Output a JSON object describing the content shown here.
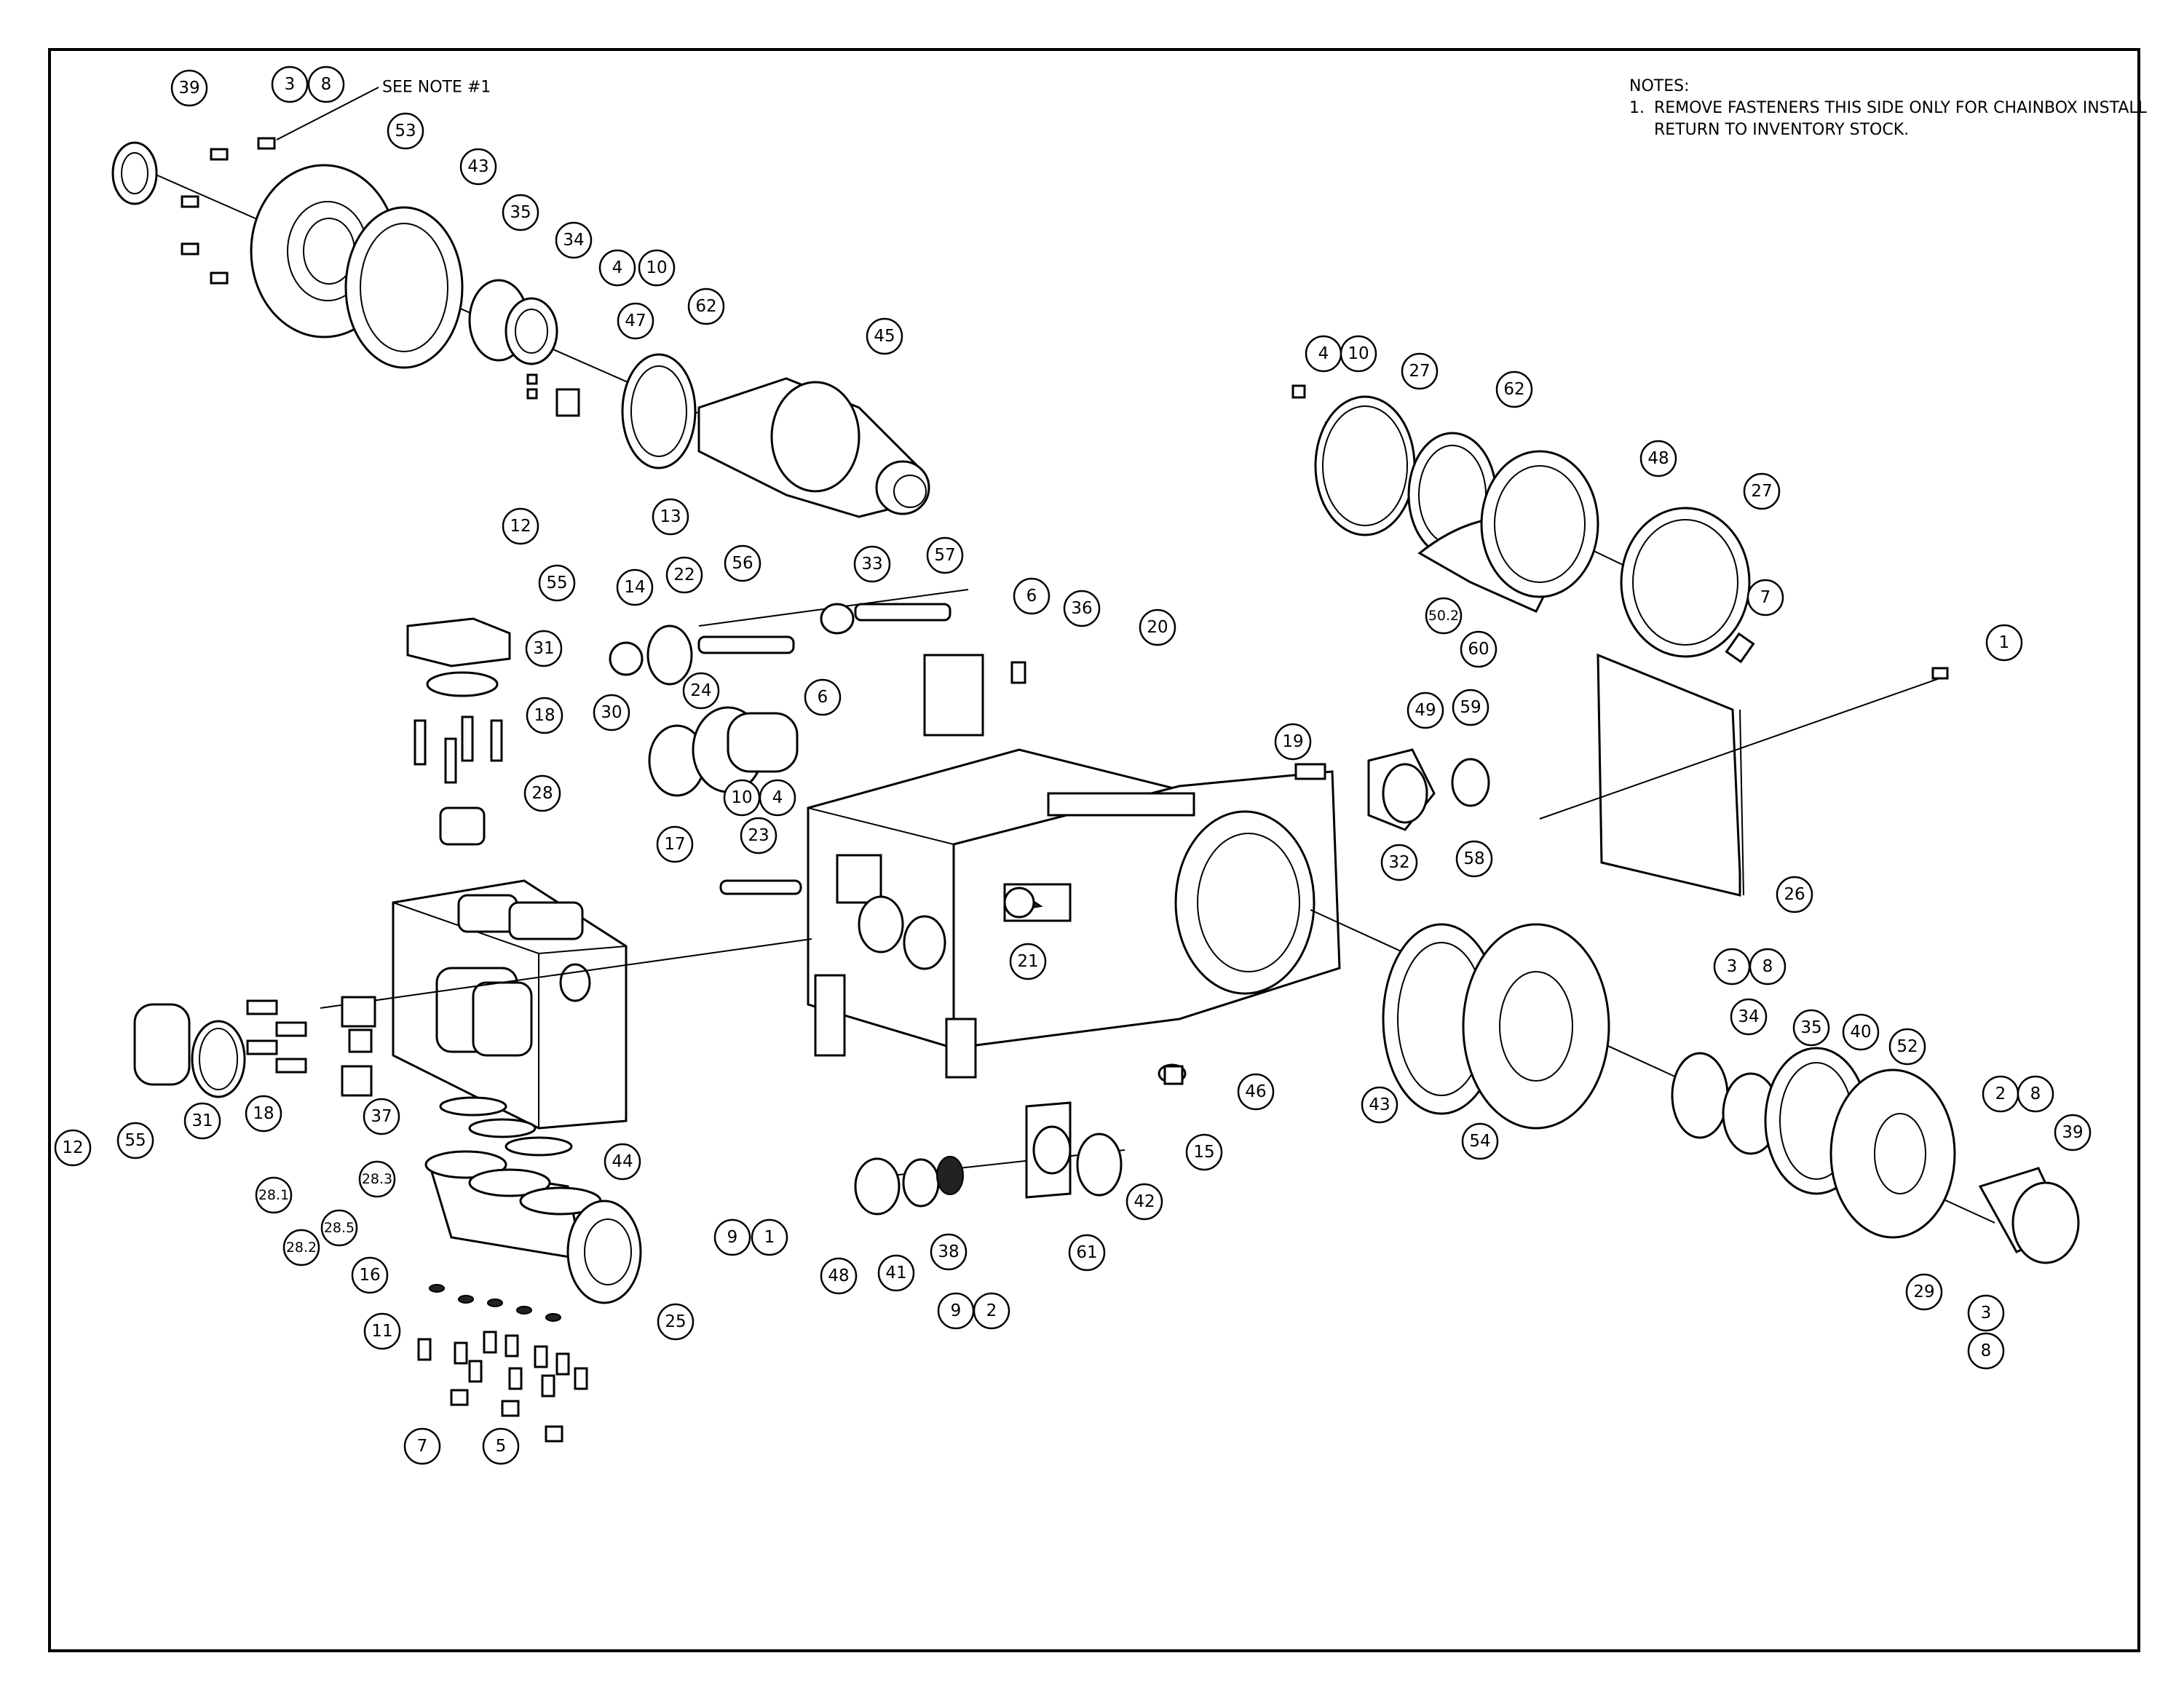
{
  "notes": {
    "heading": "NOTES:",
    "items": [
      {
        "num": "1.",
        "text": "REMOVE FASTENERS THIS SIDE ONLY FOR CHAINBOX INSTALL\nRETURN TO INVENTORY STOCK."
      }
    ]
  },
  "callout_note": "SEE NOTE #1",
  "balloons": [
    "39",
    "3",
    "8",
    "53",
    "43",
    "35",
    "34",
    "4",
    "10",
    "47",
    "62",
    "45",
    "13",
    "12",
    "55",
    "31",
    "18",
    "28",
    "14",
    "22",
    "56",
    "33",
    "57",
    "6",
    "36",
    "20",
    "30",
    "24",
    "6",
    "10",
    "4",
    "23",
    "17",
    "19",
    "4",
    "10",
    "27",
    "62",
    "48",
    "27",
    "7",
    "50.2",
    "60",
    "1",
    "49",
    "59",
    "58",
    "26",
    "32",
    "21",
    "44",
    "37",
    "28.1",
    "28.2",
    "28.5",
    "28.3",
    "12",
    "55",
    "31",
    "18",
    "16",
    "11",
    "25",
    "7",
    "5",
    "46",
    "15",
    "43",
    "54",
    "3",
    "8",
    "34",
    "35",
    "40",
    "52",
    "2",
    "8",
    "39",
    "29",
    "3",
    "8",
    "9",
    "1",
    "48",
    "41",
    "38",
    "61",
    "42",
    "9",
    "2"
  ]
}
